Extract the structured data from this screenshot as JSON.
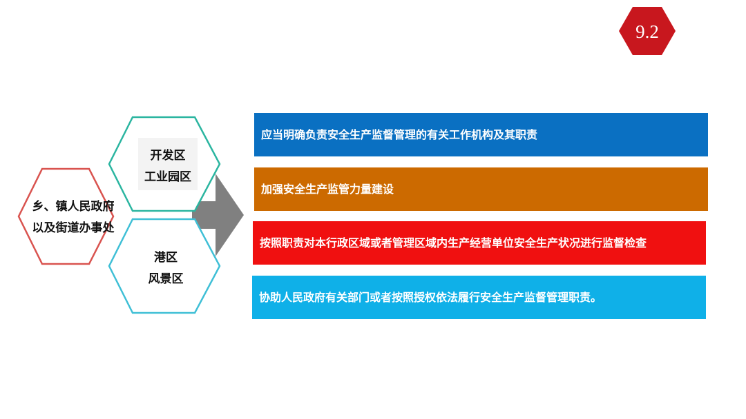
{
  "badge": {
    "text": "9.2",
    "color": "#c8171e"
  },
  "hexagons": {
    "main": {
      "line1": "乡、镇人民政府",
      "line2": "以及街道办事处",
      "border": "#d9534f"
    },
    "top": {
      "line1": "开发区",
      "line2": "工业园区",
      "border": "#2bb5a0"
    },
    "bottom": {
      "line1": "港区",
      "line2": "风景区",
      "border": "#3fbfd6"
    }
  },
  "arrow": {
    "color": "#808080"
  },
  "bars": [
    {
      "text": "应当明确负责安全生产监督管理的有关工作机构及其职责",
      "color": "#0a70c2"
    },
    {
      "text": "加强安全生产监管力量建设",
      "color": "#cc6a00"
    },
    {
      "text": "按照职责对本行政区域或者管理区域内生产经营单位安全生产状况进行监督检查",
      "color": "#f01010"
    },
    {
      "text": "协助人民政府有关部门或者按照授权依法履行安全生产监督管理职责。",
      "color": "#0fb0e8"
    }
  ]
}
